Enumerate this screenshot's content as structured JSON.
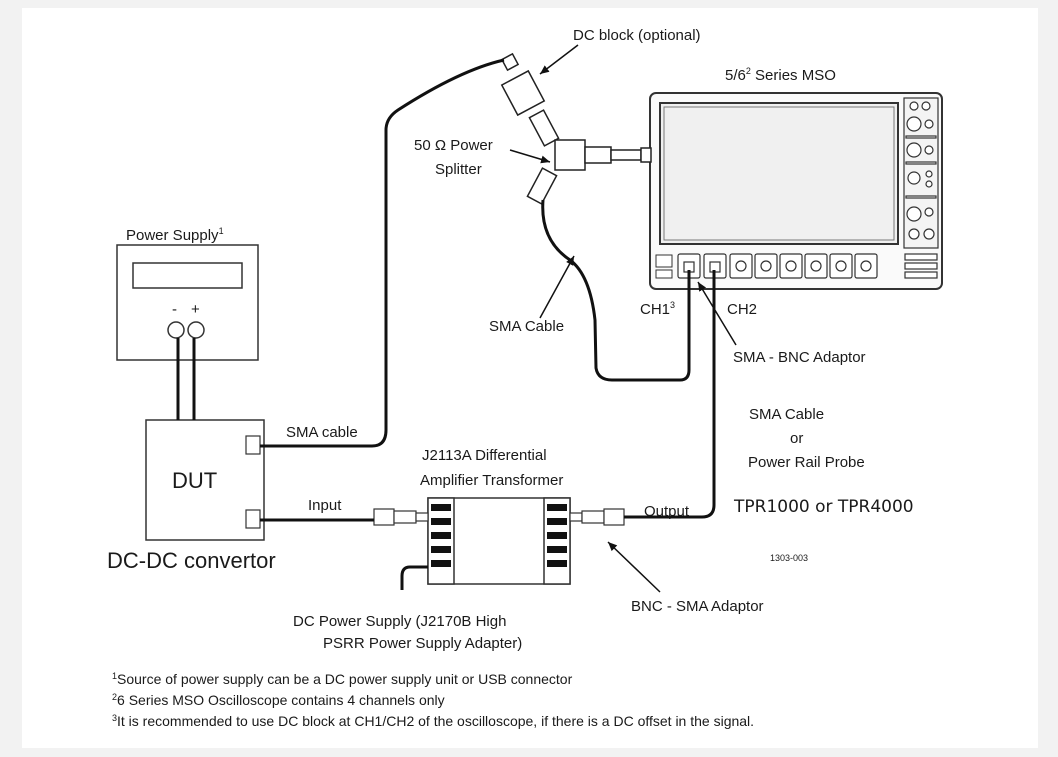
{
  "labels": {
    "dc_block": "DC block (optional)",
    "mso": "5/6",
    "mso_sup": "2",
    "mso_rest": " Series MSO",
    "splitter_line1": "50 Ω Power",
    "splitter_line2": "Splitter",
    "power_supply": "Power Supply",
    "power_supply_sup": "1",
    "ps_minus": "-",
    "ps_plus": "+",
    "sma_cable_upper": "SMA Cable",
    "ch1": "CH1",
    "ch1_sup": "3",
    "ch2": "CH2",
    "sma_bnc": "SMA - BNC Adaptor",
    "sma_cable_lower": "SMA cable",
    "dut": "DUT",
    "dcdc": "DC-DC convertor",
    "input": "Input",
    "j2113_line1": "J2113A Differential",
    "j2113_line2": "Amplifier Transformer",
    "output": "Output",
    "right_line1": "SMA Cable",
    "right_line2": "or",
    "right_line3": "Power Rail Probe",
    "probes": "TPR1000 or TPR4000",
    "fig_id": "1303-003",
    "dc_ps_line1": "DC Power Supply (J2170B High",
    "dc_ps_line2": "PSRR Power Supply Adapter)",
    "bnc_sma": "BNC - SMA Adaptor"
  },
  "footnotes": [
    {
      "num": "1",
      "text": "Source of power supply can be a DC power supply unit or USB connector"
    },
    {
      "num": "2",
      "text": "6 Series MSO Oscilloscope contains 4 channels only"
    },
    {
      "num": "3",
      "text": "It is recommended to use DC block at CH1/CH2 of the oscilloscope, if there is a DC offset in the signal."
    }
  ]
}
